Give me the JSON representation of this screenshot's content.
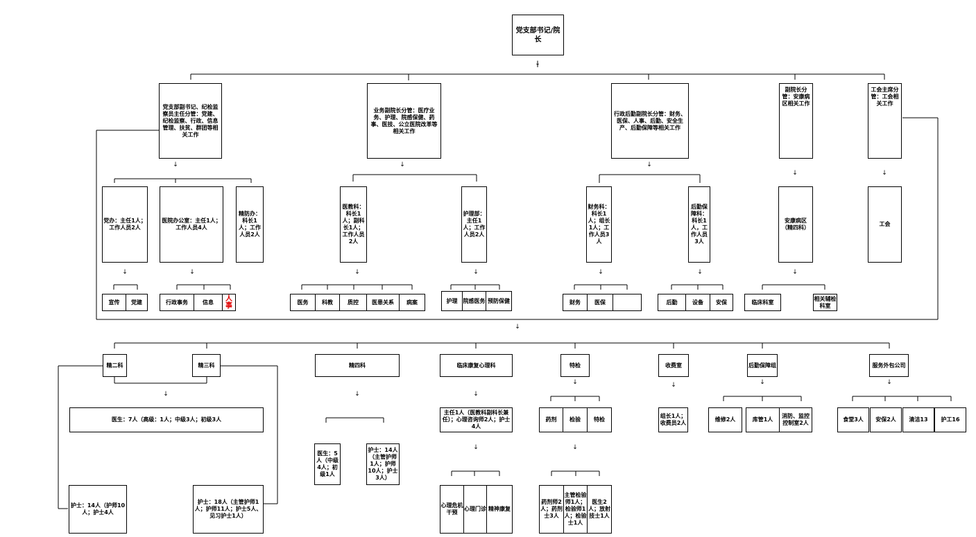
{
  "root": "党支部书记/院长",
  "level1": [
    "党支部副书记、纪检监察员主任分管：党建、纪检监察、行政、信息管理、扶贫、群团等相关工作",
    "业务副院长分管：医疗业务、护理、院感保健、药事、医技、公立医院改革等相关工作",
    "行政后勤副院长分管：财务、医保、人事、后勤、安全生产、后勤保障等相关工作",
    "副院长分管：安康病区相关工作",
    "工会主席分管：工会相关工作"
  ],
  "level2": [
    "党办：主任1人；工作人员2人",
    "医院办公室：主任1人；工作人员4人",
    "精防办：科长1人；工作人员2人",
    "医教科：科长1人；副科长1人；工作人员2人",
    "护理部：主任1人；工作人员2人",
    "财务科：科长1人；组长1人；工作人员3人",
    "后勤保障科：科长1人，工作人员3人",
    "安康病区（精四科）",
    "工会"
  ],
  "level3": {
    "dangban": [
      "宣传",
      "党建"
    ],
    "office": [
      "行政事务",
      "信息",
      "人事"
    ],
    "yijiao": [
      "医务",
      "科教",
      "质控",
      "医患关系",
      "病案"
    ],
    "huli": [
      "护理",
      "院感医务",
      "预防保健"
    ],
    "caiwu": [
      "财务",
      "医保",
      ""
    ],
    "houqin": [
      "后勤",
      "设备",
      "安保"
    ],
    "ankang": [
      "临床科室",
      "相关辅检科室"
    ]
  },
  "level4": [
    "精二科",
    "精三科",
    "精四科",
    "临床康复心理科",
    "特检",
    "收费室",
    "后勤保障组",
    "服务外包公司"
  ],
  "level5": {
    "doctors_23": "医生：7人（高级：1人；中级3人；初级3人",
    "nurse_2": "护士：14人（护师10人；护士4人",
    "nurse_3": "护士：18人（主管护师1人；护师11人；护士5人、见习护士1人）",
    "doc_4": "医生：5人（中级4人；初级1人",
    "nurse_4": "护士：14人（主管护师1人；护师10人；护士3人）",
    "psy_staff": "主任1人（医教科副科长兼任）；心理咨询师2人；护士4人",
    "psy_sub": [
      "心理危机干预",
      "心理门诊",
      "精神康复"
    ],
    "special_sub": [
      "药剂",
      "检验",
      "特检"
    ],
    "special_detail": [
      "药剂师2人；药剂士3人",
      "主管检验师1人；检验师1人；检验士1人",
      "医生2人；放射技士1人"
    ],
    "fee": "组长1人；收费员2人",
    "logistics": [
      "维修2人",
      "库管1人",
      "消防、监控控制室2人"
    ],
    "outsource": [
      "食堂3人",
      "安保2人",
      "清洁13",
      "护工16"
    ]
  }
}
